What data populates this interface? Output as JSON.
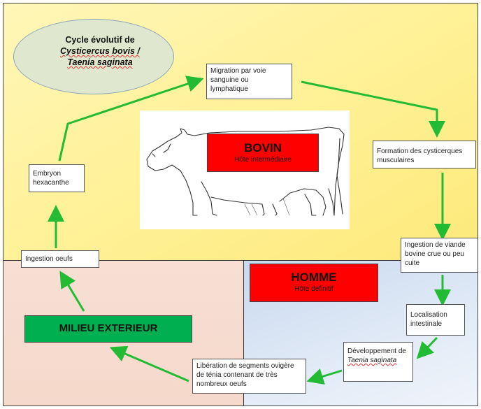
{
  "title": {
    "line1": "Cycle évolutif de",
    "line2": "Cysticercus bovis /",
    "line3": "Taenia saginata"
  },
  "hosts": {
    "bovin": {
      "name": "BOVIN",
      "role": "Hôte intermédiaire"
    },
    "homme": {
      "name": "HOMME",
      "role": "Hôte définitif"
    },
    "milieu": {
      "name": "MILIEU EXTERIEUR"
    }
  },
  "steps": {
    "migration": "Migration par voie sanguine ou lymphatique",
    "formation": "Formation des cysticerques musculaires",
    "ingestion_viande": "Ingestion de viande bovine crue ou peu cuite",
    "localisation": "Localisation intestinale",
    "developpement_prefix": "Développement de ",
    "developpement_species": "Taenia saginata",
    "liberation": "Libération de segments ovigère de ténia contenant de très nombreux oeufs",
    "ingestion_oeufs": "Ingestion oeufs",
    "embryon": "Embryon hexacanthe"
  },
  "colors": {
    "arrow": "#22bb33",
    "host_box": "#ff0000",
    "milieu_box": "#00b050",
    "zone_bovin": "#fff29a",
    "zone_milieu": "#f5d9cb",
    "zone_homme": "#d6e3f3"
  },
  "icons": {
    "cow": "cow-drawing"
  }
}
